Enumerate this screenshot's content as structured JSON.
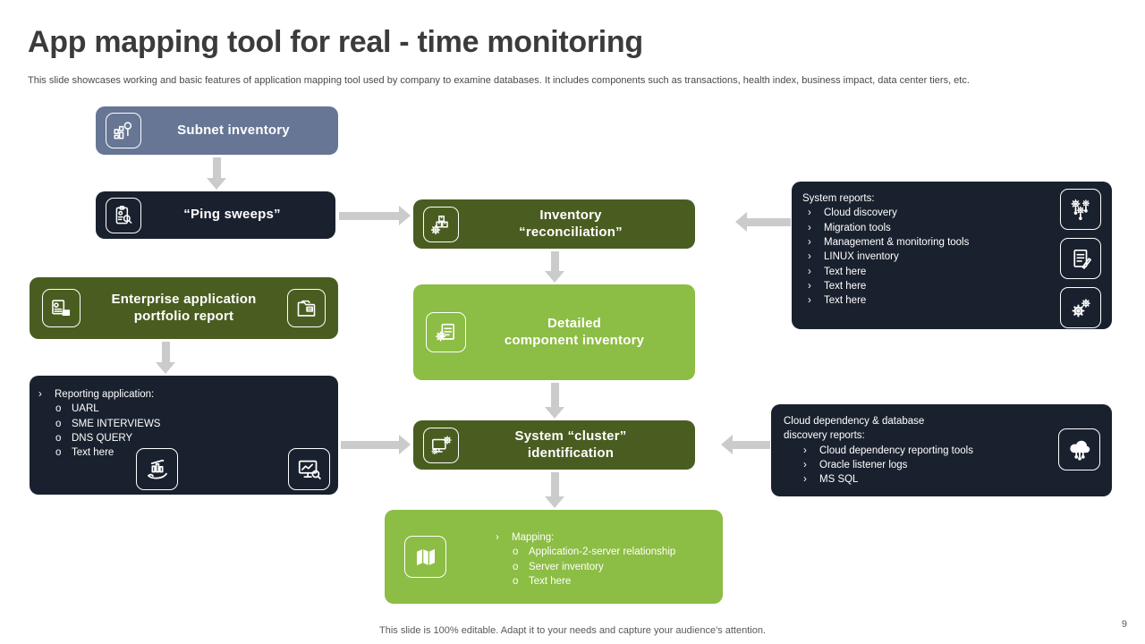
{
  "slide": {
    "title": "App mapping tool for real - time monitoring",
    "description": "This slide showcases working and basic features of application mapping tool used by company to examine databases. It includes components such as transactions, health index, business impact, data center tiers, etc.",
    "footer": "This slide is 100% editable. Adapt it to your needs and capture your audience's attention.",
    "page_number": "9"
  },
  "bullets": {
    "level1": "›",
    "level2": "o"
  },
  "colors": {
    "blue_gray": "#667694",
    "dark_navy": "#1A212E",
    "dark_olive": "#4A5D20",
    "light_green": "#8CBD44",
    "arrow_gray": "#CBCBCB",
    "title_text": "#3B3B3B"
  },
  "nodes": {
    "subnet_inventory": {
      "label": "Subnet inventory",
      "icon": "bars-magnifier-icon"
    },
    "ping_sweeps": {
      "label": "“Ping sweeps”",
      "icon": "clipboard-magnifier-icon"
    },
    "enterprise_portfolio": {
      "label": "Enterprise application\nportfolio report",
      "icon_left": "id-card-icon",
      "icon_right": "folder-documents-icon"
    },
    "reporting_application": {
      "heading": "Reporting application:",
      "items": [
        "UARL",
        "SME INTERVIEWS",
        "DNS QUERY",
        "Text here"
      ],
      "icon_left": "hand-chart-icon",
      "icon_right": "monitor-analytics-icon"
    },
    "inventory_reconciliation": {
      "label": "Inventory\n“reconciliation”",
      "icon": "boxes-gear-icon"
    },
    "detailed_component_inventory": {
      "label": "Detailed\ncomponent inventory",
      "icon": "document-gear-icon"
    },
    "system_cluster_identification": {
      "label": "System “cluster”\nidentification",
      "icon": "monitor-gears-icon"
    },
    "mapping": {
      "heading": "Mapping:",
      "items": [
        "Application-2-server relationship",
        "Server inventory",
        "Text here"
      ],
      "icon": "map-icon"
    },
    "system_reports": {
      "heading": "System reports:",
      "items": [
        "Cloud discovery",
        "Migration tools",
        "Management & monitoring tools",
        "LINUX inventory",
        "Text here",
        "Text here",
        "Text here"
      ],
      "icons": [
        "connected-gears-icon",
        "document-pencil-icon",
        "gears-icon"
      ]
    },
    "cloud_dependency": {
      "heading": "Cloud dependency & database\ndiscovery reports:",
      "items": [
        "Cloud dependency reporting tools",
        "Oracle listener logs",
        "MS SQL"
      ],
      "icon": "cloud-circuit-icon"
    }
  }
}
